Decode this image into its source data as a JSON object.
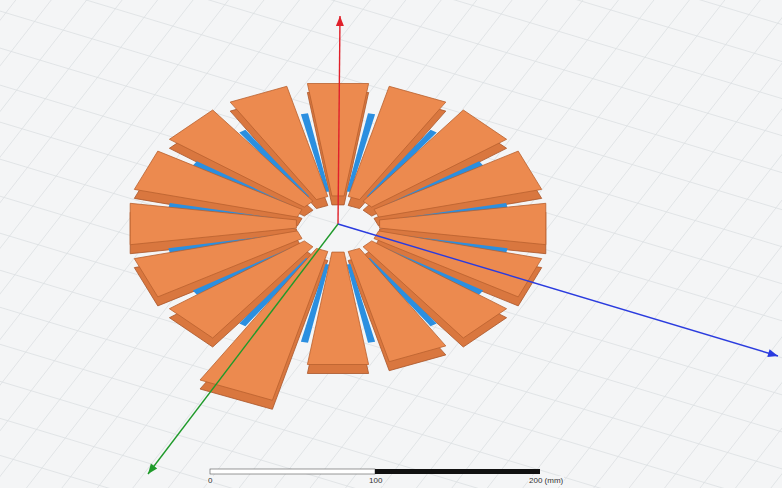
{
  "diagram": {
    "labels": [
      "0",
      "100",
      "200 (mm)"
    ]
  }
}
